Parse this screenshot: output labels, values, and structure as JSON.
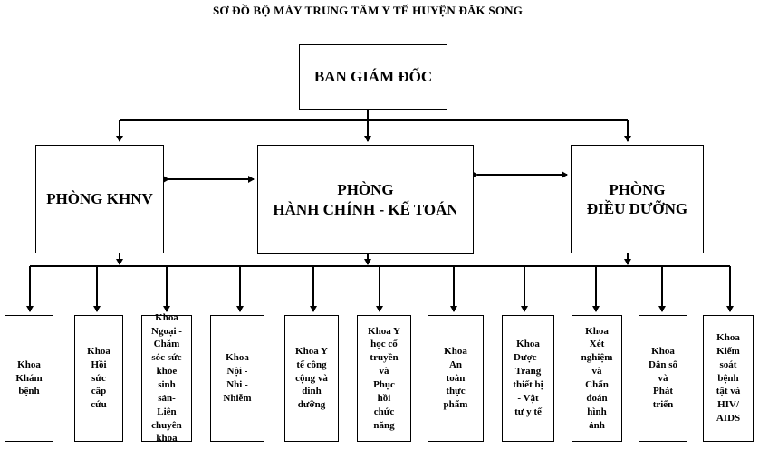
{
  "title": "SƠ ĐỒ BỘ MÁY TRUNG TÂM Y TẾ HUYỆN ĐĂK SONG",
  "director": "BAN GIÁM ĐỐC",
  "departments": {
    "khnv": "PHÒNG KHNV",
    "hcKt": {
      "line1": "PHÒNG",
      "line2": "HÀNH CHÍNH - KẾ TOÁN"
    },
    "dieuDuong": {
      "line1": "PHÒNG",
      "line2": "ĐIỀU DƯỠNG"
    }
  },
  "wards": [
    {
      "lines": [
        "Khoa",
        "Khám",
        "bệnh"
      ]
    },
    {
      "lines": [
        "Khoa",
        "Hồi",
        "sức",
        "cấp",
        "cứu"
      ]
    },
    {
      "lines": [
        "Khoa",
        "Ngoại -",
        "Chăm",
        "sóc sức",
        "khỏe",
        "sinh",
        "sản-",
        "Liên",
        "chuyên",
        "khoa"
      ]
    },
    {
      "lines": [
        "Khoa",
        "Nội -",
        "Nhi -",
        "Nhiễm"
      ]
    },
    {
      "lines": [
        "Khoa Y",
        "tế công",
        "cộng và",
        "dinh",
        "dưỡng"
      ]
    },
    {
      "lines": [
        "Khoa Y",
        "học cổ",
        "truyền",
        "và",
        "Phục",
        "hồi",
        "chức",
        "năng"
      ]
    },
    {
      "lines": [
        "Khoa",
        "An",
        "toàn",
        "thực",
        "phẩm"
      ]
    },
    {
      "lines": [
        "Khoa",
        "Dược -",
        "Trang",
        "thiết bị",
        "- Vật",
        "tư y tế"
      ]
    },
    {
      "lines": [
        "Khoa",
        "Xét",
        "nghiệm",
        "và",
        "Chẩn",
        "đoán",
        "hình",
        "ảnh"
      ]
    },
    {
      "lines": [
        "Khoa",
        "Dân số",
        "và",
        "Phát",
        "triển"
      ]
    },
    {
      "lines": [
        "Khoa",
        "Kiểm",
        "soát",
        "bệnh",
        "tật và",
        "HIV/",
        "AIDS"
      ]
    }
  ]
}
